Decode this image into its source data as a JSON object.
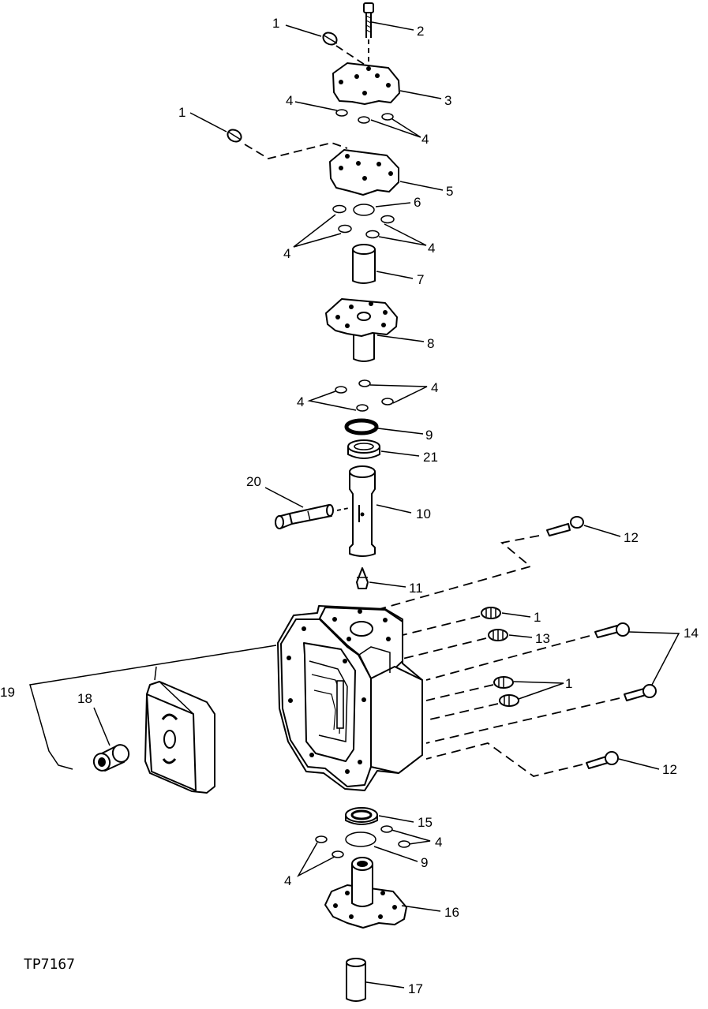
{
  "figure": {
    "id_label": "TP7167",
    "callouts": {
      "c1a": "1",
      "c2": "2",
      "c3": "3",
      "c4a": "4",
      "c4b": "4",
      "c1b": "1",
      "c5": "5",
      "c6": "6",
      "c4c": "4",
      "c4d": "4",
      "c7": "7",
      "c8": "8",
      "c4e": "4",
      "c4f": "4",
      "c9a": "9",
      "c21": "21",
      "c20": "20",
      "c10": "10",
      "c12a": "12",
      "c11": "11",
      "c1c": "1",
      "c13": "13",
      "c14": "14",
      "c1d": "1",
      "c19": "19",
      "c18": "18",
      "c12b": "12",
      "c15": "15",
      "c4g": "4",
      "c9b": "9",
      "c4h": "4",
      "c16": "16",
      "c17": "17"
    }
  }
}
